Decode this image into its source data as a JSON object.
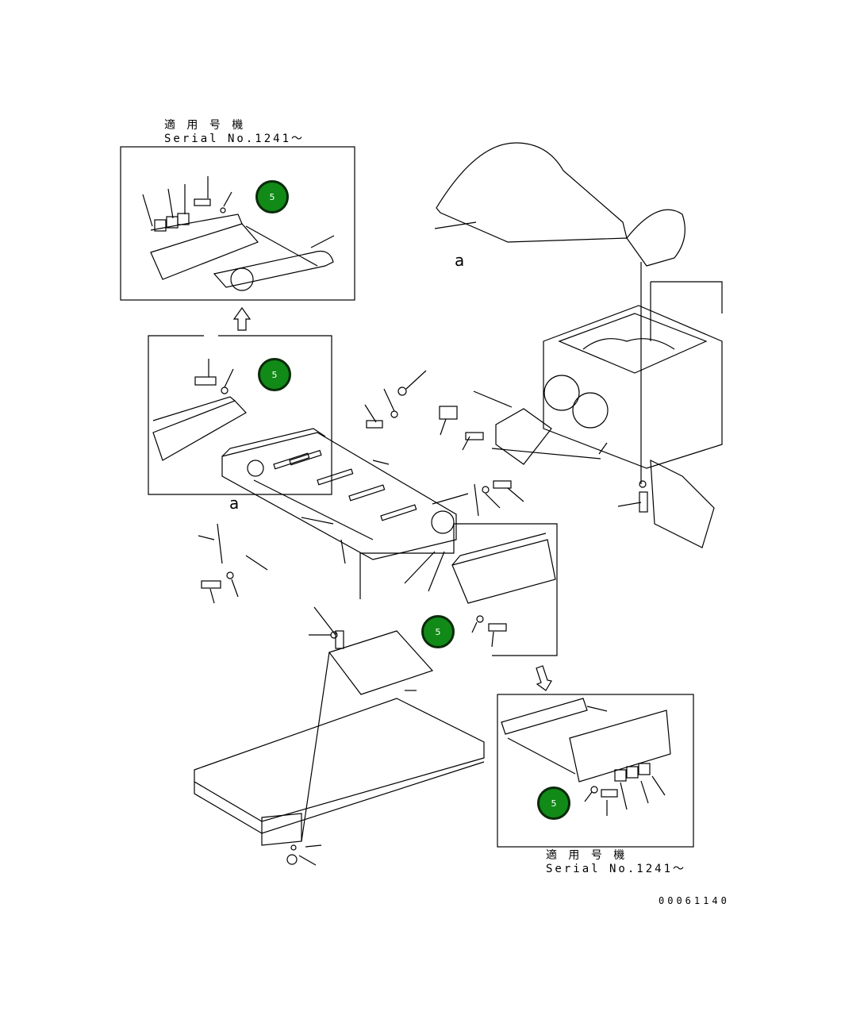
{
  "serial_applicability_top": {
    "jp": "適 用 号 機",
    "serial": "Serial No.1241～"
  },
  "serial_applicability_bottom": {
    "jp": "適 用 号 機",
    "serial": "Serial No.1241～"
  },
  "view_labels": [
    "a",
    "a"
  ],
  "callouts": [
    {
      "id": "callout-1",
      "number": "5"
    },
    {
      "id": "callout-2",
      "number": "5"
    },
    {
      "id": "callout-3",
      "number": "5"
    },
    {
      "id": "callout-4",
      "number": "5"
    }
  ],
  "figure_code": "00061140",
  "colors": {
    "callout_fill": "#118a17",
    "callout_border": "#0b2a0b",
    "line": "#000000"
  }
}
